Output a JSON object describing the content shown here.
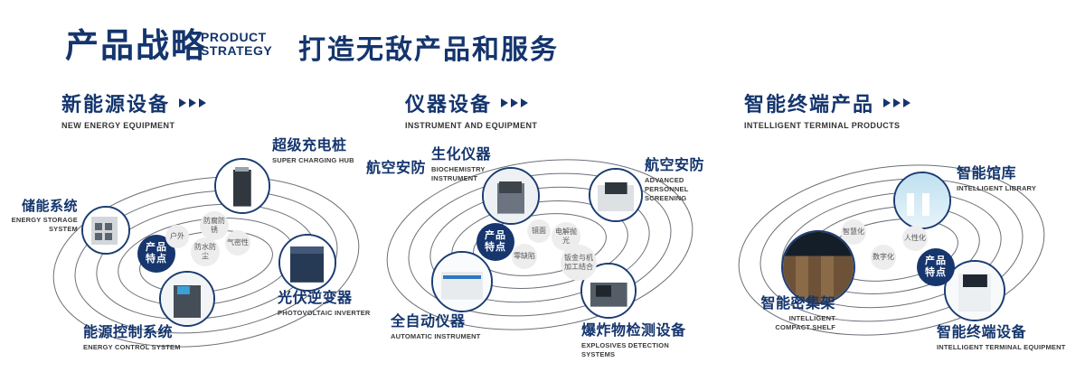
{
  "header": {
    "title": "产品战略",
    "subtitle_l1": "PRODUCT",
    "subtitle_l2": "STRATEGY",
    "tagline": "打造无敌产品和服务"
  },
  "badge": {
    "l1": "产品",
    "l2": "特点"
  },
  "colors": {
    "navy": "#14356d",
    "bubble_bg": "#ededed"
  },
  "sections": [
    {
      "title": "新能源设备",
      "subtitle": "NEW ENERGY EQUIPMENT",
      "nodes": [
        {
          "zh": "储能系统",
          "en": "ENERGY STORAGE SYSTEM"
        },
        {
          "zh": "超级充电桩",
          "en": "SUPER CHARGING HUB"
        },
        {
          "zh": "光伏逆变器",
          "en": "PHOTOVOLTAIC INVERTER"
        },
        {
          "zh": "能源控制系统",
          "en": "ENERGY CONTROL SYSTEM"
        }
      ],
      "bubbles": [
        "户外",
        "防腐防锈",
        "气密性",
        "防水防尘"
      ]
    },
    {
      "title": "仪器设备",
      "subtitle": "INSTRUMENT AND EQUIPMENT",
      "side_label": "航空安防",
      "nodes": [
        {
          "zh": "生化仪器",
          "en": "BIOCHEMISTRY INSTRUMENT"
        },
        {
          "zh": "航空安防",
          "en": "ADVANCED PERSONNEL SCREENING"
        },
        {
          "zh": "全自动仪器",
          "en": "AUTOMATIC INSTRUMENT"
        },
        {
          "zh": "爆炸物检测设备",
          "en": "EXPLOSIVES DETECTION SYSTEMS"
        }
      ],
      "bubbles": [
        "镜面",
        "电解抛光",
        "零缺陷",
        "钣金与机加工结合"
      ]
    },
    {
      "title": "智能终端产品",
      "subtitle": "INTELLIGENT TERMINAL PRODUCTS",
      "nodes": [
        {
          "zh": "智能馆库",
          "en": "INTELLIGENT LIBRARY"
        },
        {
          "zh": "智能密集架",
          "en": "INTELLIGENT COMPACT SHELF"
        },
        {
          "zh": "智能终端设备",
          "en": "INTELLIGENT TERMINAL EQUIPMENT"
        }
      ],
      "bubbles": [
        "智慧化",
        "人性化",
        "数字化"
      ]
    }
  ]
}
